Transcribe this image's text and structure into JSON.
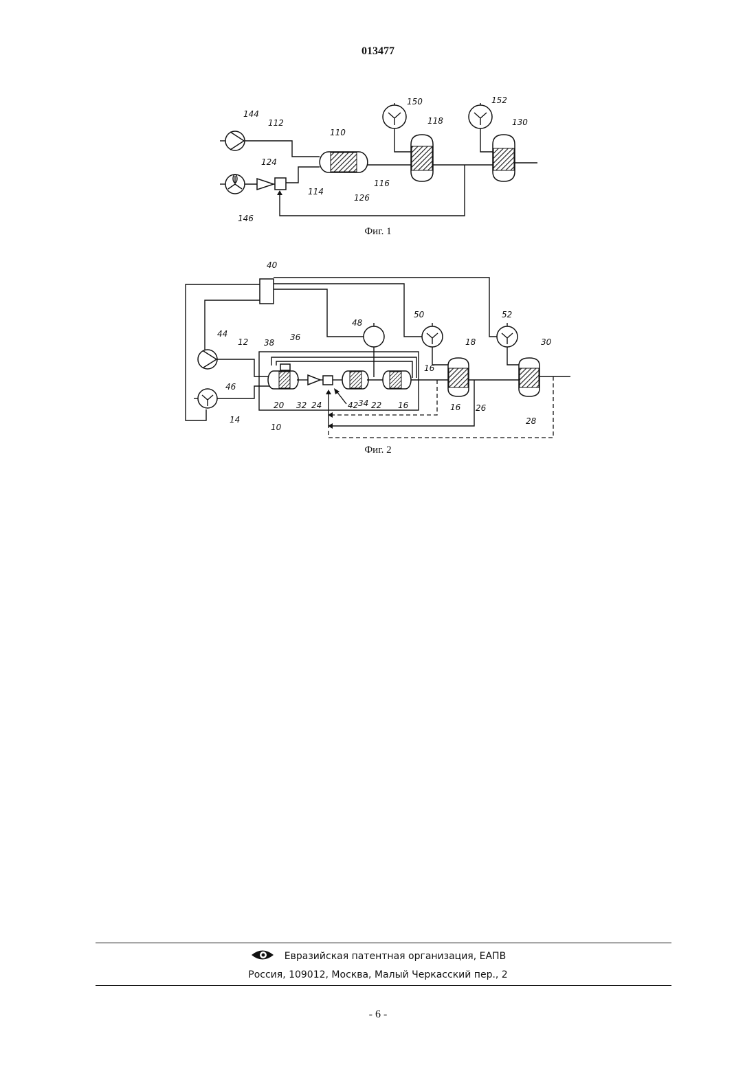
{
  "header": {
    "doc_number": "013477"
  },
  "figure1": {
    "caption": "Фиг. 1",
    "labels": {
      "l144": "144",
      "l112": "112",
      "l110": "110",
      "l150": "150",
      "l118": "118",
      "l152": "152",
      "l130": "130",
      "l124": "124",
      "l114": "114",
      "l116": "116",
      "l126": "126",
      "l146": "146"
    }
  },
  "figure2": {
    "caption": "Фиг. 2",
    "labels": {
      "l40": "40",
      "l48": "48",
      "l50": "50",
      "l52": "52",
      "l44": "44",
      "l12": "12",
      "l38": "38",
      "l36": "36",
      "l18": "18",
      "l30": "30",
      "l46": "46",
      "l16a": "16",
      "l20": "20",
      "l32": "32",
      "l24": "24",
      "l42": "42",
      "l34": "34",
      "l22": "22",
      "l16b": "16",
      "l16c": "16",
      "l26": "26",
      "l14": "14",
      "l10": "10",
      "l28": "28"
    }
  },
  "footer": {
    "organization": "Евразийская патентная организация, ЕАПВ",
    "address": "Россия, 109012, Москва, Малый Черкасский пер., 2",
    "logo": "eapo-eye-logo"
  },
  "page_number": "- 6 -"
}
